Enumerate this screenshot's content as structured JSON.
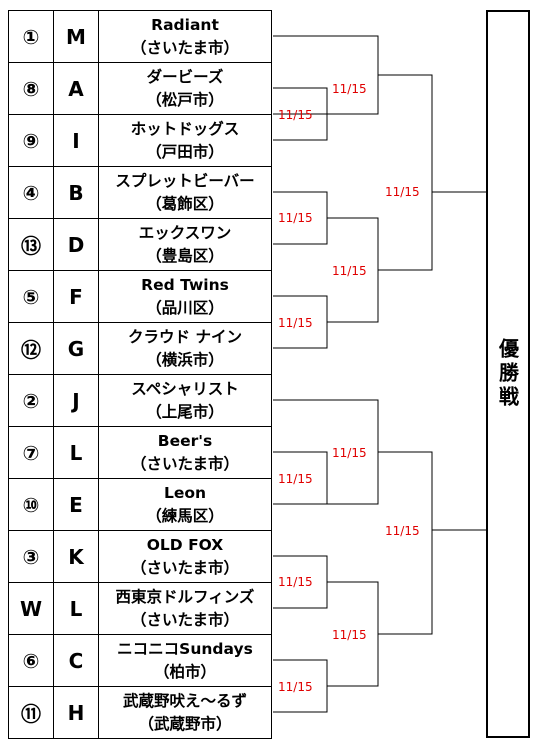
{
  "teams": [
    {
      "seed": "①",
      "code": "M",
      "name": "Radiant",
      "city": "（さいたま市）"
    },
    {
      "seed": "⑧",
      "code": "A",
      "name": "ダービーズ",
      "city": "（松戸市）"
    },
    {
      "seed": "⑨",
      "code": "I",
      "name": "ホットドッグス",
      "city": "（戸田市）"
    },
    {
      "seed": "④",
      "code": "B",
      "name": "スプレットビーバー",
      "city": "（葛飾区）"
    },
    {
      "seed": "⑬",
      "code": "D",
      "name": "エックスワン",
      "city": "（豊島区）"
    },
    {
      "seed": "⑤",
      "code": "F",
      "name": "Red Twins",
      "city": "（品川区）"
    },
    {
      "seed": "⑫",
      "code": "G",
      "name": "クラウド ナイン",
      "city": "（横浜市）"
    },
    {
      "seed": "②",
      "code": "J",
      "name": "スペシャリスト",
      "city": "（上尾市）"
    },
    {
      "seed": "⑦",
      "code": "L",
      "name": "Beer's",
      "city": "（さいたま市）"
    },
    {
      "seed": "⑩",
      "code": "E",
      "name": "Leon",
      "city": "（練馬区）"
    },
    {
      "seed": "③",
      "code": "K",
      "name": "OLD FOX",
      "city": "（さいたま市）"
    },
    {
      "seed": "W",
      "code": "L",
      "name": "西東京ドルフィンズ",
      "city": "（さいたま市）"
    },
    {
      "seed": "⑥",
      "code": "C",
      "name": "ニコニコSundays",
      "city": "（柏市）"
    },
    {
      "seed": "⑪",
      "code": "H",
      "name": "武蔵野吠え～るず",
      "city": "（武蔵野市）"
    }
  ],
  "dates": {
    "r1_a": "11/15",
    "r1_b": "11/15",
    "r1_c": "11/15",
    "r1_d": "11/15",
    "r1_e": "11/15",
    "r1_f": "11/15",
    "qf_a": "11/15",
    "qf_b": "11/15",
    "qf_c": "11/15",
    "qf_d": "11/15",
    "sf_a": "11/15",
    "sf_b": "11/15"
  },
  "final": {
    "label": "優勝戦"
  },
  "colors": {
    "line": "#000000",
    "date": "#e00000"
  }
}
